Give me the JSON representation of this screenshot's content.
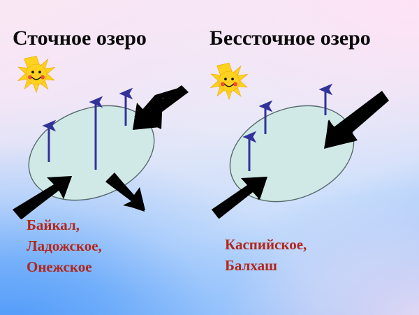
{
  "slide": {
    "background_top_color": "#f6e6f5",
    "background_bottom_left_color": "#5b9cf8",
    "background_bottom_right_color": "#f7e6f2"
  },
  "panels": [
    {
      "id": "drainage-lake",
      "title": "Сточное озеро",
      "lake_names": "Байкал,\nЛадожское,\nОнежское",
      "lake_fill_color": "#d0e9e7",
      "lake_stroke_color": "#5a6a6a",
      "label_color": "#b2261b",
      "title_color": "#0a0a0a",
      "sun_icon": "smiling-sun-icon",
      "evaporation_arrow_color": "#32329b",
      "evaporation_arrow_count": 3,
      "inflow_arrow_count": 2,
      "outflow_arrow_count": 1,
      "flow_arrow_color": "#000000"
    },
    {
      "id": "endorheic-lake",
      "title": "Бессточное озеро",
      "lake_names": "Каспийское,\nБалхаш",
      "lake_fill_color": "#d0e9e7",
      "lake_stroke_color": "#5a6a6a",
      "label_color": "#b2261b",
      "title_color": "#0a0a0a",
      "sun_icon": "smiling-sun-icon",
      "evaporation_arrow_color": "#32329b",
      "evaporation_arrow_count": 3,
      "inflow_arrow_count": 2,
      "outflow_arrow_count": 0,
      "flow_arrow_color": "#000000"
    }
  ]
}
